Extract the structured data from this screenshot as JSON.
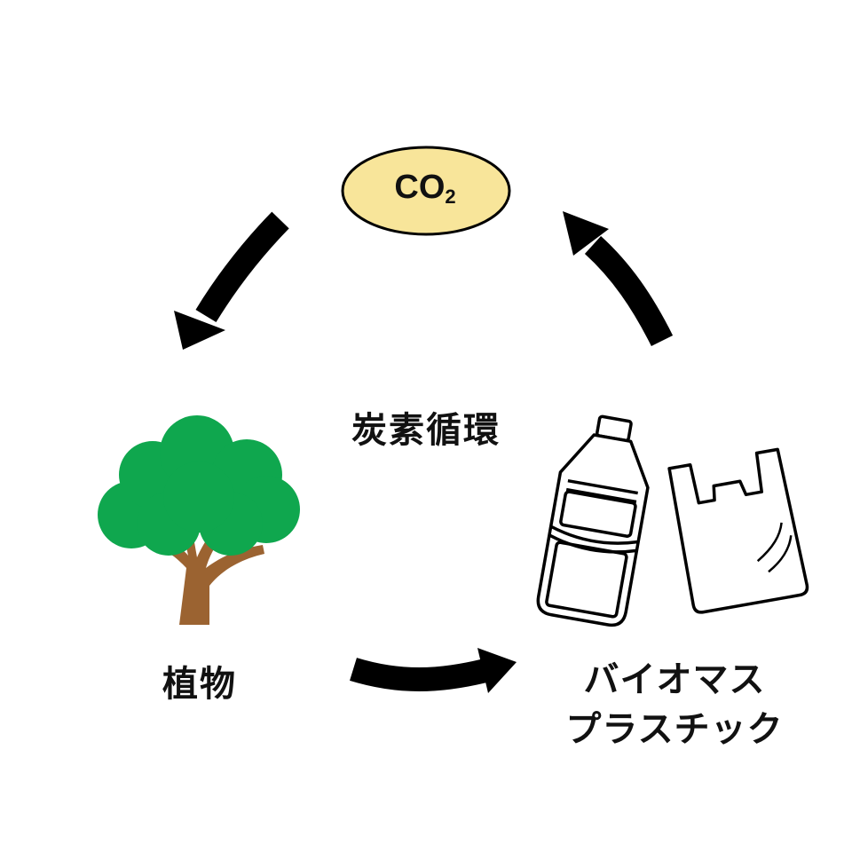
{
  "diagram": {
    "center_title": "炭素循環",
    "co2": {
      "main": "CO",
      "sub": "2"
    },
    "nodes": {
      "plant": "植物",
      "bioplastic_line1": "バイオマス",
      "bioplastic_line2": "プラスチック"
    },
    "icons": [
      "tree-icon",
      "plastic-bottle-icon",
      "plastic-bag-icon"
    ],
    "colors": {
      "co2_fill": "#f8e59a",
      "tree_foliage": "#0fa74e",
      "tree_trunk": "#9b6331",
      "arrow": "#000000"
    }
  }
}
